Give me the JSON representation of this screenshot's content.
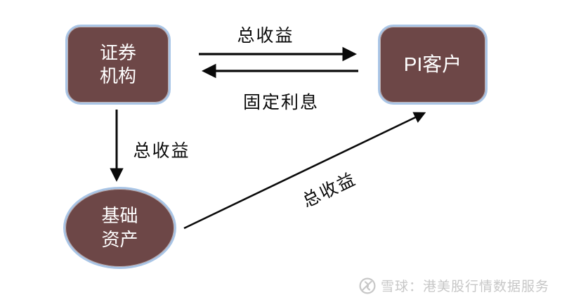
{
  "diagram": {
    "nodes": {
      "securities": {
        "line1": "证券",
        "line2": "机构"
      },
      "pi_client": {
        "label": "PI客户"
      },
      "underlying": {
        "line1": "基础",
        "line2": "资产"
      }
    },
    "edges": {
      "securities_to_pi_label": "总收益",
      "pi_to_securities_label": "固定利息",
      "securities_to_underlying_label": "总收益",
      "underlying_to_pi_label": "总收益"
    },
    "colors": {
      "node_fill": "#6D4747",
      "node_border": "#A9C5E6",
      "node_text": "#ffffff",
      "arrow": "#0a0a0a"
    }
  },
  "watermark": {
    "logo": "xueqiu-logo",
    "text": "雪球：港美股行情数据服务",
    "color": "#c7c7c7"
  }
}
